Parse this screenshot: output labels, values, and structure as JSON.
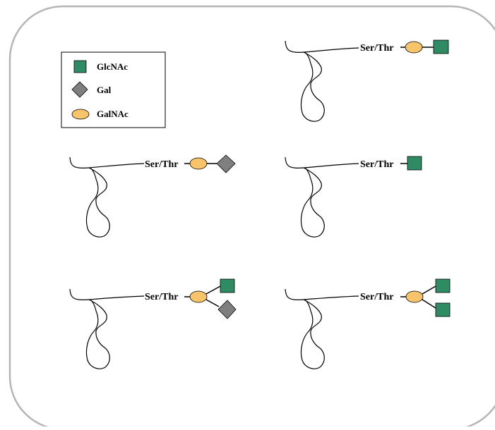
{
  "colors": {
    "glcnac": "#2e8b64",
    "gal": "#7f7f7f",
    "galnac": "#f7c46c",
    "frame": "#b5b5b5",
    "line": "#000000"
  },
  "legend": {
    "items": [
      {
        "label": "GlcNAc",
        "shape": "square",
        "color": "#2e8b64",
        "icon": "glcnac-square-icon"
      },
      {
        "label": "Gal",
        "shape": "diamond",
        "color": "#7f7f7f",
        "icon": "gal-diamond-icon"
      },
      {
        "label": "GalNAc",
        "shape": "ellipse",
        "color": "#f7c46c",
        "icon": "galnac-ellipse-icon"
      }
    ]
  },
  "glycans": [
    {
      "residue_label": "Ser/Thr",
      "sugars": [
        "GalNAc",
        "GlcNAc"
      ]
    },
    {
      "residue_label": "Ser/Thr",
      "sugars": [
        "GalNAc",
        "Gal"
      ]
    },
    {
      "residue_label": "Ser/Thr",
      "sugars": [
        "GlcNAc"
      ]
    },
    {
      "residue_label": "Ser/Thr",
      "sugars": [
        "GalNAc",
        "GlcNAc",
        "Gal"
      ]
    },
    {
      "residue_label": "Ser/Thr",
      "sugars": [
        "GalNAc",
        "GlcNAc",
        "GlcNAc"
      ]
    }
  ]
}
